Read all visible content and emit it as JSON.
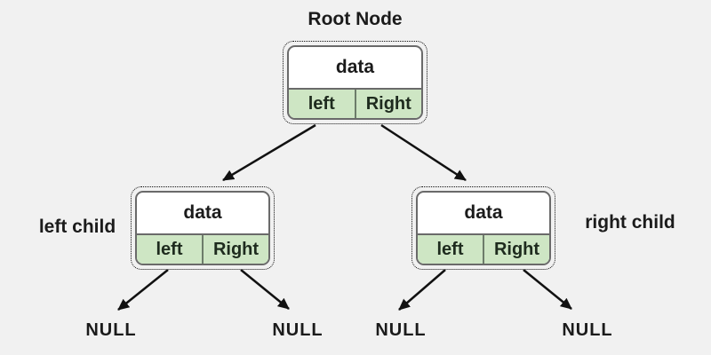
{
  "nodes": {
    "root": {
      "label": "Root Node",
      "data": "data",
      "left": "left",
      "right": "Right"
    },
    "left_child": {
      "label": "left child",
      "data": "data",
      "left": "left",
      "right": "Right"
    },
    "right_child": {
      "label": "right child",
      "data": "data",
      "left": "left",
      "right": "Right"
    }
  },
  "nulls": {
    "left_left": "NULL",
    "left_right": "NULL",
    "right_left": "NULL",
    "right_right": "NULL"
  },
  "colors": {
    "background": "#f1f1f1",
    "node_fill": "#ffffff",
    "pointer_fill": "#cee6c4",
    "node_border": "#6a6a6a",
    "divider": "#6d7c6a",
    "dotted_outline": "#111111",
    "text": "#1b1b1b",
    "cell_text": "#1e2b1e",
    "arrow": "#111111"
  }
}
